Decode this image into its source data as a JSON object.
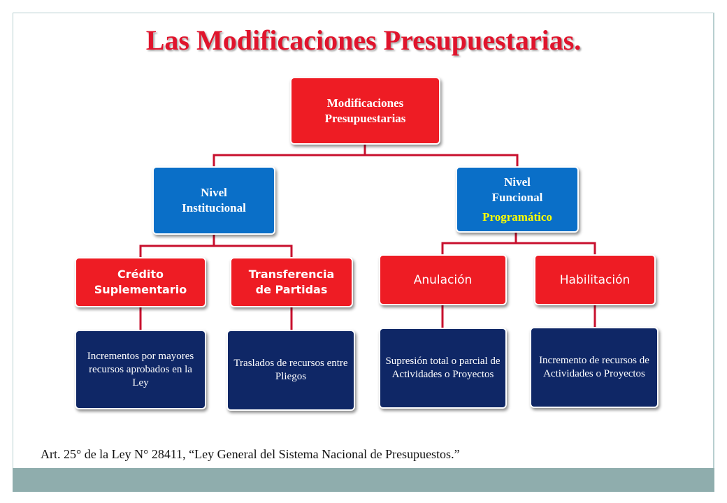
{
  "slide": {
    "title": "Las Modificaciones Presupuestarias.",
    "footnote": "Art. 25° de la Ley N° 28411, “Ley General del Sistema Nacional de   Presupuestos.”"
  },
  "diagram": {
    "root": {
      "line1": "Modificaciones",
      "line2": "Presupuestarias"
    },
    "institucional": {
      "line1": "Nivel",
      "line2": "Institucional"
    },
    "funcional": {
      "line1": "Nivel",
      "line2": "Funcional",
      "line3": "Programático"
    },
    "credito": {
      "line1": "Crédito",
      "line2": "Suplementario"
    },
    "transferencia": {
      "line1": "Transferencia",
      "line2": "de Partidas"
    },
    "anulacion": {
      "label": "Anulación"
    },
    "habilitacion": {
      "label": "Habilitación"
    },
    "desc_credito": "Incrementos por mayores recursos aprobados en la Ley",
    "desc_transferencia": "Traslados  de recursos entre Pliegos",
    "desc_anulacion": "Supresión total o parcial de Actividades o Proyectos",
    "desc_habilitacion": "Incremento de recursos de Actividades o Proyectos"
  },
  "colors": {
    "title_red": "#e0142c",
    "box_red": "#ee1c24",
    "box_blue": "#0a6fc8",
    "box_navy": "#0f2766",
    "connector_red": "#c8102e",
    "highlight_yellow": "#ffff00",
    "band_teal": "#8fadad"
  }
}
